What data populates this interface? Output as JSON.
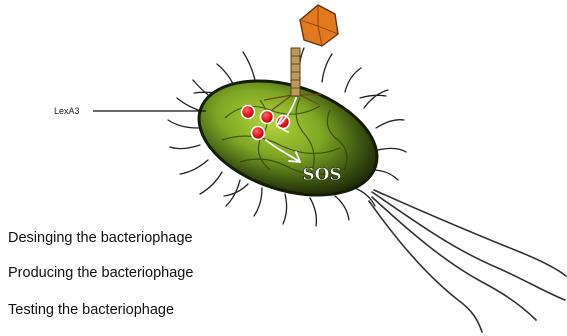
{
  "diagram": {
    "callout_label": "LexA3",
    "center_label": "SOS",
    "steps": [
      "Desinging the bacteriophage",
      "Producing the bacteriophage",
      "Testing the bacteriophage"
    ]
  },
  "colors": {
    "cell_green": "#8fb728",
    "cell_dark": "#1d2a08",
    "protein_red": "#e3101a",
    "phage_head": "#e07a1c",
    "flagella": "#333333"
  }
}
